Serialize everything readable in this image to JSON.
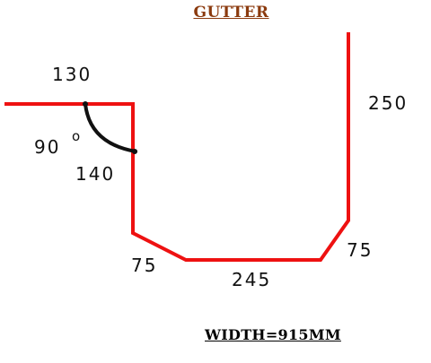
{
  "title": "GUTTER",
  "width_label": "WIDTH=915MM",
  "dimensions": {
    "top_flange": "130",
    "angle": "90",
    "angle_unit": "o",
    "inner_wall": "140",
    "lower_slope": "75",
    "base": "245",
    "right_slope": "75",
    "outer_wall": "250"
  },
  "colors": {
    "profile": "#ee1111",
    "arc": "#111111",
    "title": "#8B3A0E"
  }
}
